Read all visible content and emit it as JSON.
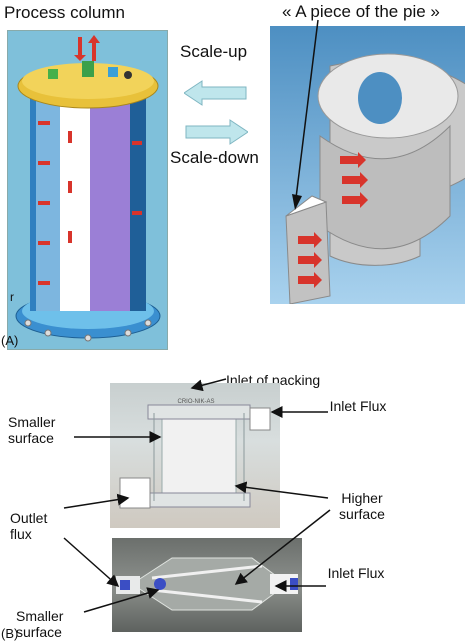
{
  "panelA": {
    "title": "Process column",
    "pieLabel": "« A piece of the pie »",
    "scaleUp": "Scale-up",
    "scaleDown": "Scale-down",
    "sideLetter": "r",
    "panelLetter": "(A)"
  },
  "panelB": {
    "panelLetter": "(B)",
    "inletPacking": "Inlet of packing",
    "smallerSurfaceTop": "Smaller surface",
    "inletFluxTop": "Inlet Flux",
    "outletFlux": "Outlet flux",
    "higherSurface": "Higher surface",
    "inletFluxBottom": "Inlet Flux",
    "smallerSurfaceBottom": "Smaller surface",
    "deviceText": "CRIO-NIK-AS"
  },
  "colors": {
    "columnBlue": "#2f7fc0",
    "lidYellow": "#e8c13a",
    "flowRed": "#d8342b",
    "arrowCyan": "#bfe6ec",
    "pieGray": "#c9c9c9",
    "bgBlue": "#4d8fc2"
  }
}
